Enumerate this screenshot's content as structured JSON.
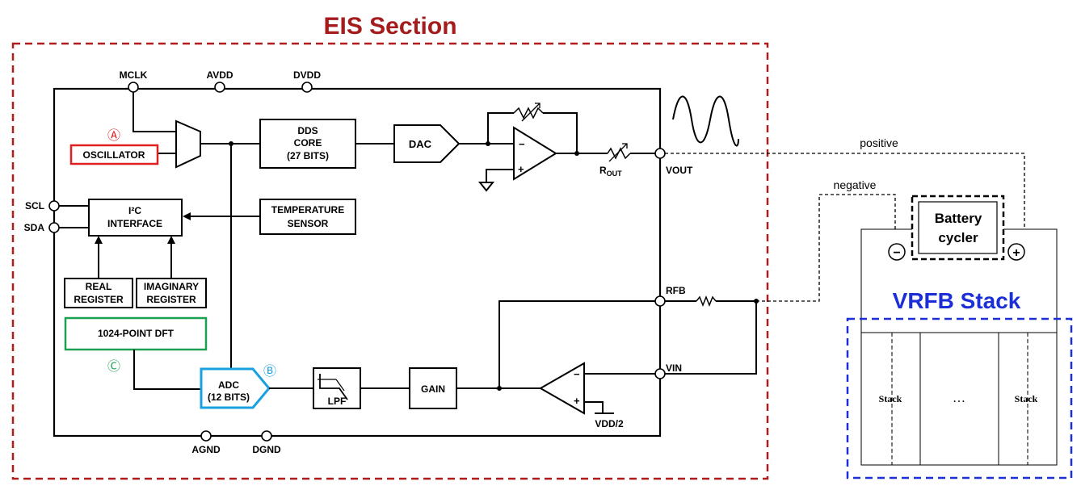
{
  "colors": {
    "eis_border": "#b01c1c",
    "eis_title": "#a51c1c",
    "oscillator_box": "#e02020",
    "adc_box": "#1aa0e0",
    "dft_box": "#1aa050",
    "vrfb_border": "#1c2ed6",
    "vrfb_title": "#1c2ed6"
  },
  "eis_section": {
    "title": "EIS Section",
    "pins_top": [
      "MCLK",
      "AVDD",
      "DVDD"
    ],
    "pins_left": [
      "SCL",
      "SDA"
    ],
    "pins_bottom": [
      "AGND",
      "DGND"
    ],
    "pins_right": [
      "VOUT",
      "RFB",
      "VIN"
    ],
    "blocks": {
      "oscillator": "OSCILLATOR",
      "dds_core": [
        "DDS",
        "CORE",
        "(27 BITS)"
      ],
      "dac": "DAC",
      "i2c": [
        "I²C",
        "INTERFACE"
      ],
      "temperature_sensor": [
        "TEMPERATURE",
        "SENSOR"
      ],
      "real_register": [
        "REAL",
        "REGISTER"
      ],
      "imaginary_register": [
        "IMAGINARY",
        "REGISTER"
      ],
      "dft": "1024-POINT DFT",
      "adc": [
        "ADC",
        "(12 BITS)"
      ],
      "lpf": "LPF",
      "gain": "GAIN"
    },
    "rout_label": "R",
    "rout_sub": "OUT",
    "vdd2_label": "VDD/2",
    "markers": {
      "a": "Ⓐ",
      "b": "Ⓑ",
      "c": "Ⓒ"
    }
  },
  "wires": {
    "positive": "positive",
    "negative": "negative"
  },
  "battery": {
    "label": [
      "Battery",
      "cycler"
    ],
    "minus": "−",
    "plus": "+"
  },
  "vrfb": {
    "title": "VRFB Stack",
    "cells": [
      "Stack",
      "…",
      "Stack"
    ]
  }
}
